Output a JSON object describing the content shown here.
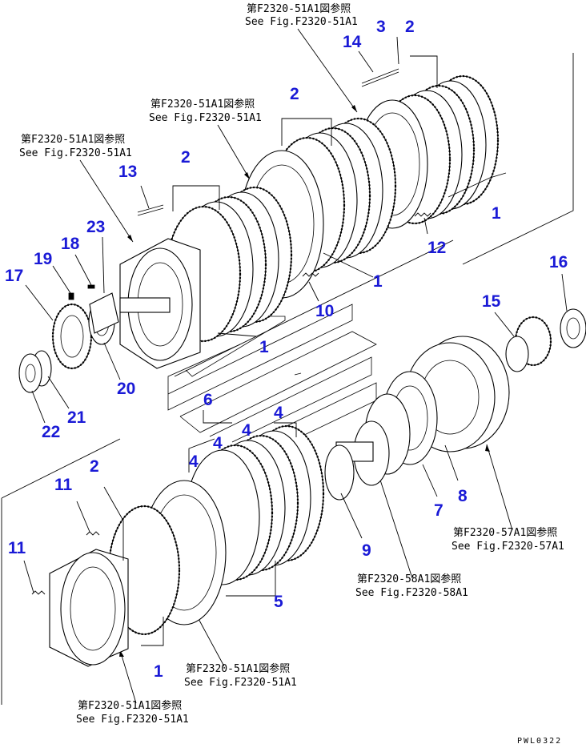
{
  "references": [
    {
      "jp": "第F2320-51A1図参照",
      "en": "See Fig.F2320-51A1"
    },
    {
      "jp": "第F2320-51A1図参照",
      "en": "See Fig.F2320-51A1"
    },
    {
      "jp": "第F2320-51A1図参照",
      "en": "See Fig.F2320-51A1"
    },
    {
      "jp": "第F2320-57A1図参照",
      "en": "See Fig.F2320-57A1"
    },
    {
      "jp": "第F2320-58A1図参照",
      "en": "See Fig.F2320-58A1"
    },
    {
      "jp": "第F2320-51A1図参照",
      "en": "See Fig.F2320-51A1"
    },
    {
      "jp": "第F2320-51A1図参照",
      "en": "See Fig.F2320-51A1"
    }
  ],
  "callouts": [
    "3",
    "2",
    "14",
    "2",
    "2",
    "13",
    "1",
    "12",
    "1",
    "23",
    "18",
    "19",
    "17",
    "10",
    "1",
    "16",
    "15",
    "20",
    "21",
    "22",
    "6",
    "4",
    "4",
    "4",
    "4",
    "8",
    "7",
    "2",
    "11",
    "11",
    "9",
    "5",
    "1"
  ],
  "drawing_code": "PWL0322"
}
